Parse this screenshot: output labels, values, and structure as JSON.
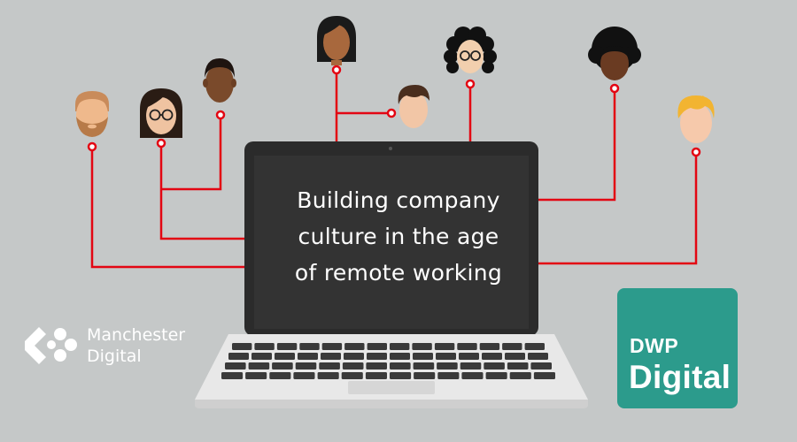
{
  "headline": {
    "line1": "Building company",
    "line2": "culture in the age",
    "line3": "of remote working"
  },
  "manchester_digital": {
    "line1": "Manchester",
    "line2": "Digital",
    "icon": "manchester-digital-logo-icon"
  },
  "dwp_digital": {
    "line1": "DWP",
    "line2": "Digital",
    "color": "#2c9b8c"
  },
  "colors": {
    "background": "#c5c8c8",
    "connector": "#e30613",
    "laptop_body": "#2b2b2b",
    "laptop_screen": "#333333",
    "laptop_base": "#e6e6e6",
    "text": "#ffffff"
  },
  "people": [
    {
      "icon": "bearded-man-avatar-icon"
    },
    {
      "icon": "woman-with-glasses-avatar-icon"
    },
    {
      "icon": "man-dark-skin-avatar-icon"
    },
    {
      "icon": "woman-dark-hair-avatar-icon"
    },
    {
      "icon": "man-brown-hair-avatar-icon"
    },
    {
      "icon": "woman-curly-hair-glasses-avatar-icon"
    },
    {
      "icon": "man-afro-avatar-icon"
    },
    {
      "icon": "man-blond-hair-avatar-icon"
    }
  ]
}
